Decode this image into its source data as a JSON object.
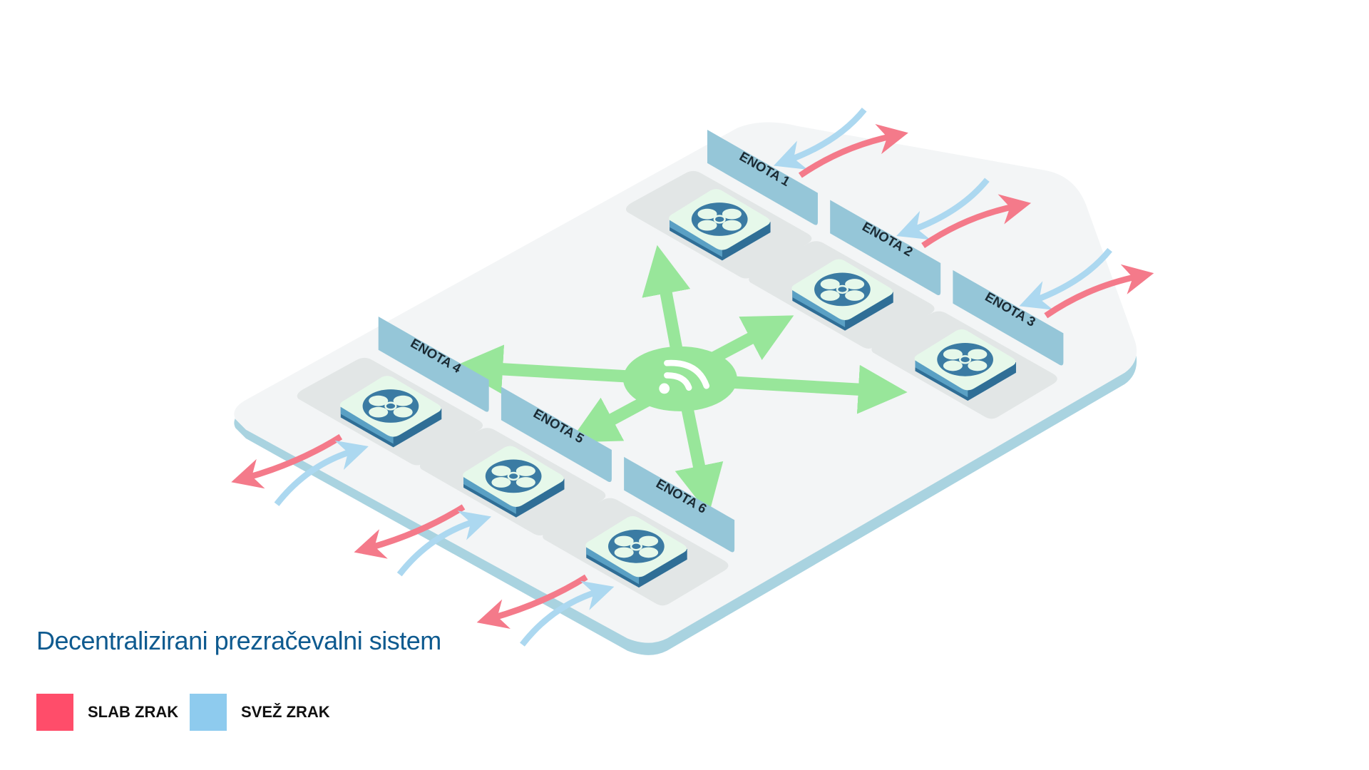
{
  "title": "Decentralizirani prezračevalni sistem",
  "units": [
    {
      "label": "ENOTA 1"
    },
    {
      "label": "ENOTA 2"
    },
    {
      "label": "ENOTA 3"
    },
    {
      "label": "ENOTA 4"
    },
    {
      "label": "ENOTA 5"
    },
    {
      "label": "ENOTA 6"
    }
  ],
  "hub": {
    "icon": "wifi-icon"
  },
  "legend": [
    {
      "label": "SLAB ZRAK",
      "color": "#ff4d6a"
    },
    {
      "label": "SVEŽ ZRAK",
      "color": "#8ecbee"
    }
  ],
  "colors": {
    "platform": "#f3f5f6",
    "platform_edge": "#a9d3e0",
    "panel": "#95c6d8",
    "fan_dark": "#2f6e96",
    "hub": "#98e69a",
    "exhaust": "#f47a8a",
    "fresh": "#acd8f0"
  }
}
